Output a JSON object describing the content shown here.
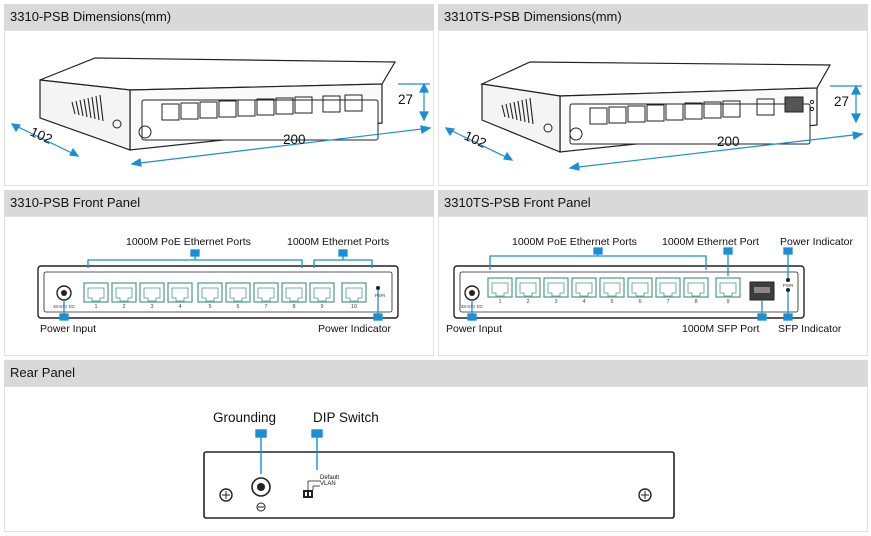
{
  "headers": {
    "dims_left": "3310-PSB Dimensions(mm)",
    "dims_right": "3310TS-PSB Dimensions(mm)",
    "front_left": "3310-PSB Front Panel",
    "front_right": "3310TS-PSB Front Panel",
    "rear": "Rear Panel"
  },
  "dims_left": {
    "depth": "102",
    "width": "200",
    "height": "27"
  },
  "dims_right": {
    "depth": "102",
    "width": "200",
    "height": "27"
  },
  "front_left": {
    "label_poe_ports": "1000M PoE Ethernet Ports",
    "label_eth_ports": "1000M Ethernet Ports",
    "label_power_input": "Power Input",
    "label_power_indicator": "Power Indicator",
    "port_numbers": [
      "1",
      "2",
      "3",
      "4",
      "5",
      "6",
      "7",
      "8",
      "9",
      "10"
    ],
    "dc_text": "48-57V DC",
    "pwr_text": "PWR"
  },
  "front_right": {
    "label_poe_ports": "1000M PoE Ethernet Ports",
    "label_eth_port": "1000M Ethernet Port",
    "label_power_indicator": "Power Indicator",
    "label_power_input": "Power Input",
    "label_sfp_port": "1000M SFP Port",
    "label_sfp_indicator": "SFP Indicator",
    "port_numbers": [
      "1",
      "2",
      "3",
      "4",
      "5",
      "6",
      "7",
      "8",
      "9"
    ],
    "dc_text": "48-57V DC",
    "pwr_text": "PWR"
  },
  "rear": {
    "label_grounding": "Grounding",
    "label_dip_switch": "DIP Switch",
    "dip_default": "Default",
    "dip_vlan": "VLAN"
  },
  "colors": {
    "header_bg": "#d9d9d9",
    "accent": "#1a8fd6",
    "port_green": "#4a9a8a"
  }
}
